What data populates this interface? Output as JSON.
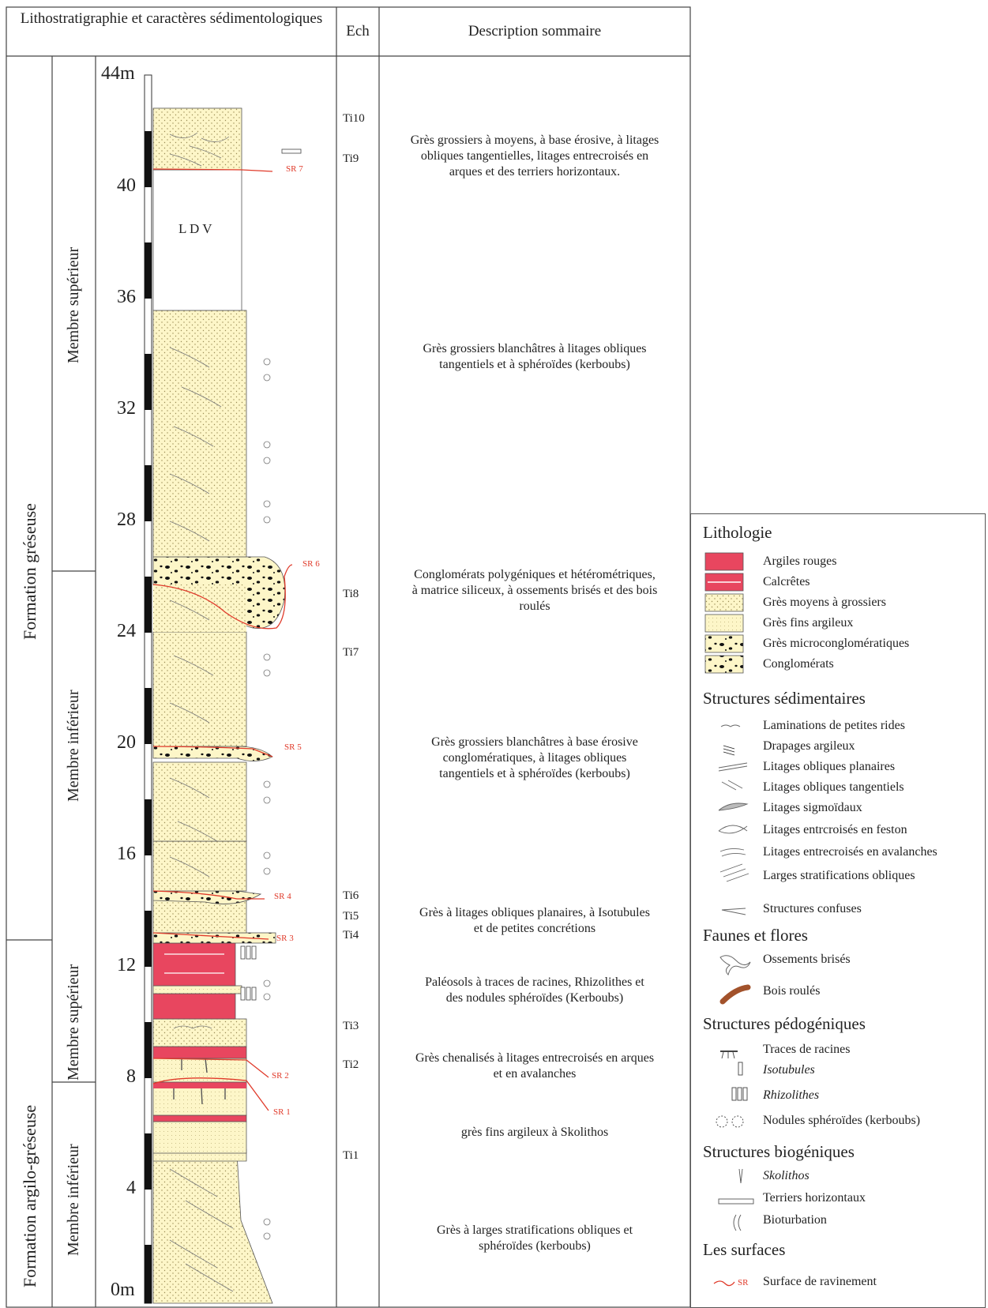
{
  "header": {
    "col1": "Lithostratigraphie et caractères sédimentologiques",
    "col2": "Ech",
    "col3": "Description sommaire"
  },
  "formations": [
    {
      "name": "Formation gréseuse"
    },
    {
      "name": "Formation argilo-gréseuse"
    }
  ],
  "members": [
    {
      "name": "Membre supérieur"
    },
    {
      "name": "Membre inférieur"
    },
    {
      "name": "Membre supérieur"
    },
    {
      "name": "Membre inférieur"
    }
  ],
  "scale": {
    "top_label": "44m",
    "labels": [
      "40",
      "36",
      "32",
      "28",
      "24",
      "20",
      "16",
      "12",
      "8",
      "4"
    ],
    "bottom_label": "0m"
  },
  "ldv_label": "L D V",
  "surfaces": [
    "SR 7",
    "SR 6",
    "SR 5",
    "SR 4",
    "SR 3",
    "SR 2",
    "SR 1"
  ],
  "samples": [
    "Ti10",
    "Ti9",
    "Ti8",
    "Ti7",
    "Ti6",
    "Ti5",
    "Ti4",
    "Ti3",
    "Ti2",
    "Ti1"
  ],
  "descriptions": [
    {
      "lines": [
        "Grès grossiers à moyens, à base érosive,  à litages",
        "obliques tangentielles, litages entrecroisés en",
        "arques et des terriers horizontaux."
      ]
    },
    {
      "lines": [
        "Grès grossiers blanchâtres à litages obliques",
        "tangentiels et à sphéroïdes (kerboubs)"
      ]
    },
    {
      "lines": [
        "Conglomérats polygéniques et hétérométriques,",
        "à matrice siliceux, à ossements brisés et des bois",
        "roulés"
      ]
    },
    {
      "lines": [
        "Grès grossiers blanchâtres  à base érosive",
        "conglomératiques, à litages obliques",
        "tangentiels et à sphéroïdes (kerboubs)"
      ]
    },
    {
      "lines": [
        "Grès à litages obliques planaires, à Isotubules",
        "et de petites concrétions"
      ]
    },
    {
      "lines": [
        "Paléosols à traces de racines, Rhizolithes et",
        "des nodules sphéroïdes (Kerboubs)"
      ]
    },
    {
      "lines": [
        "Grès chenalisés à litages entrecroisés en arques",
        "et en avalanches"
      ]
    },
    {
      "lines": [
        "grès fins argileux à Skolithos"
      ]
    },
    {
      "lines": [
        "Grès à larges stratifications obliques et",
        "sphéroïdes (kerboubs)"
      ]
    }
  ],
  "legend": {
    "lithologie": {
      "title": "Lithologie",
      "items": [
        "Argiles rouges",
        "Calcrêtes",
        "Grès moyens à grossiers",
        "Grès fins argileux",
        "Grès microconglomératiques",
        "Conglomérats"
      ]
    },
    "structures_sedimentaires": {
      "title": "Structures sédimentaires",
      "items": [
        "Laminations de petites rides",
        "Drapages argileux",
        "Litages obliques planaires",
        "Litages obliques tangentiels",
        "Litages sigmoïdaux",
        "Litages entrcroisés en feston",
        "Litages entrecroisés en avalanches",
        "Larges stratifications obliques",
        "Structures confuses"
      ]
    },
    "faunes": {
      "title": "Faunes et flores",
      "items": [
        "Ossements brisés",
        "Bois roulés"
      ]
    },
    "pedogeniques": {
      "title": "Structures pédogéniques",
      "items": [
        "Traces de racines",
        "Isotubules",
        "Rhizolithes",
        "Nodules sphéroïdes (kerboubs)"
      ]
    },
    "biogeniques": {
      "title": "Structures biogéniques",
      "items": [
        "Skolithos",
        "Terriers horizontaux",
        "Bioturbation"
      ]
    },
    "surfaces": {
      "title": "Les surfaces",
      "items": [
        "Surface de ravinement"
      ],
      "sr_symbol": "SR"
    }
  },
  "colors": {
    "sandstone": "#fdf6c8",
    "red_clay": "#e8465f",
    "surface_line": "#e03a2a",
    "grid": "#444444"
  }
}
